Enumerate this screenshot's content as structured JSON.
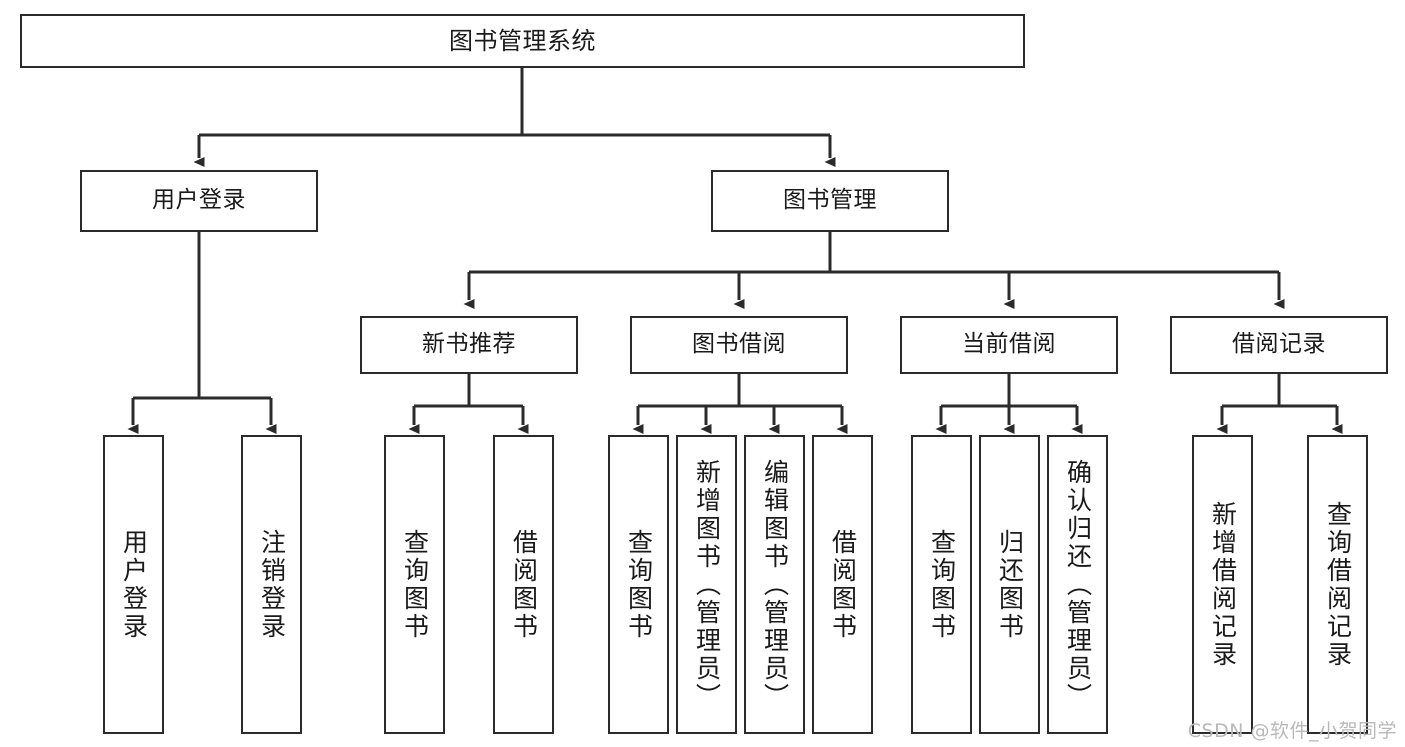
{
  "diagram": {
    "title": "图书管理系统",
    "watermark": "CSDN @软件_小贺同学",
    "colors": {
      "stroke": "#2b2b2b",
      "fill": "#ffffff",
      "text": "#1a1a1a",
      "watermark": "#b9b9b9"
    },
    "levels": {
      "root": {
        "label": "图书管理系统"
      },
      "level2": [
        {
          "id": "user-login",
          "label": "用户登录"
        },
        {
          "id": "book-management",
          "label": "图书管理"
        }
      ],
      "level3": [
        {
          "id": "new-book-recommend",
          "label": "新书推荐"
        },
        {
          "id": "book-borrow",
          "label": "图书借阅"
        },
        {
          "id": "current-borrow",
          "label": "当前借阅"
        },
        {
          "id": "borrow-record",
          "label": "借阅记录"
        }
      ],
      "leaves": [
        {
          "id": "leaf-user-login",
          "label": "用户登录",
          "parent": "user-login"
        },
        {
          "id": "leaf-user-logout",
          "label": "注销登录",
          "parent": "user-login"
        },
        {
          "id": "leaf-query-book-1",
          "label": "查询图书",
          "parent": "new-book-recommend"
        },
        {
          "id": "leaf-borrow-book-1",
          "label": "借阅图书",
          "parent": "new-book-recommend"
        },
        {
          "id": "leaf-query-book-2",
          "label": "查询图书",
          "parent": "book-borrow"
        },
        {
          "id": "leaf-add-book",
          "label": "新增图书（管理员）",
          "parent": "book-borrow"
        },
        {
          "id": "leaf-edit-book",
          "label": "编辑图书（管理员）",
          "parent": "book-borrow"
        },
        {
          "id": "leaf-borrow-book-2",
          "label": "借阅图书",
          "parent": "book-borrow"
        },
        {
          "id": "leaf-query-book-3",
          "label": "查询图书",
          "parent": "current-borrow"
        },
        {
          "id": "leaf-return-book",
          "label": "归还图书",
          "parent": "current-borrow"
        },
        {
          "id": "leaf-confirm-return",
          "label": "确认归还（管理员）",
          "parent": "current-borrow"
        },
        {
          "id": "leaf-add-record",
          "label": "新增借阅记录",
          "parent": "borrow-record"
        },
        {
          "id": "leaf-query-record",
          "label": "查询借阅记录",
          "parent": "borrow-record"
        }
      ]
    }
  }
}
